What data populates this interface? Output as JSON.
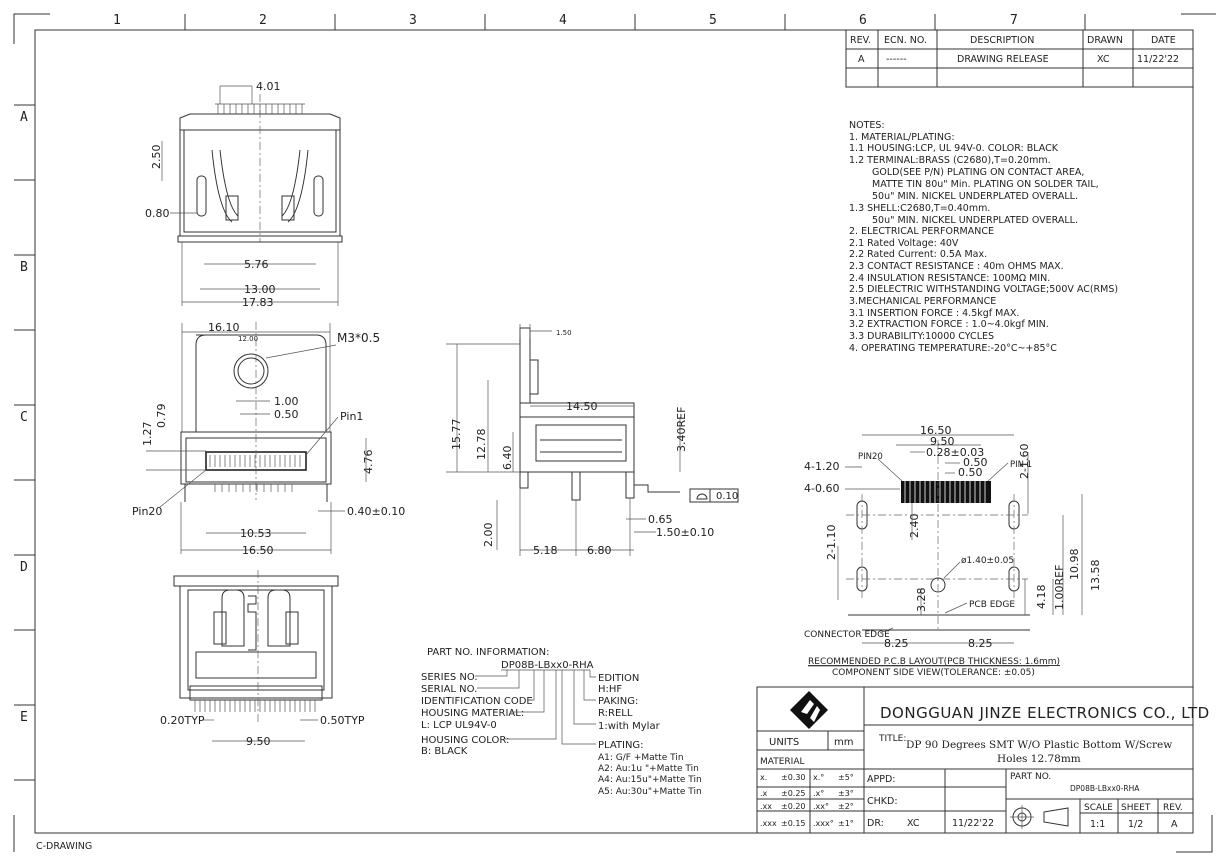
{
  "frame": {
    "columns": [
      "1",
      "2",
      "3",
      "4",
      "5",
      "6",
      "7"
    ],
    "rows": [
      "A",
      "B",
      "C",
      "D",
      "E"
    ],
    "footer_label": "C-DRAWING"
  },
  "revision_table": {
    "headers": [
      "REV.",
      "ECN. NO.",
      "DESCRIPTION",
      "DRAWN",
      "DATE"
    ],
    "rows": [
      [
        "A",
        "------",
        "DRAWING RELEASE",
        "XC",
        "11/22'22"
      ]
    ]
  },
  "notes": {
    "heading": "NOTES:",
    "lines": [
      "1. MATERIAL/PLATING:",
      "1.1 HOUSING:LCP, UL 94V-0. COLOR: BLACK",
      "1.2 TERMINAL:BRASS (C2680),T=0.20mm.",
      "GOLD(SEE P/N) PLATING ON CONTACT AREA,",
      "MATTE TIN 80u\" Min. PLATING ON SOLDER TAIL,",
      "50u\" MIN. NICKEL UNDERPLATED OVERALL.",
      "1.3 SHELL:C2680,T=0.40mm.",
      "50u\" MIN. NICKEL UNDERPLATED OVERALL.",
      "2. ELECTRICAL PERFORMANCE",
      "2.1 Rated Voltage: 40V",
      "2.2 Rated Current: 0.5A Max.",
      "2.3 CONTACT RESISTANCE : 40m OHMS MAX.",
      "2.4 INSULATION RESISTANCE: 100MΩ MIN.",
      "2.5 DIELECTRIC WITHSTANDING VOLTAGE;500V AC(RMS)",
      "3.MECHANICAL PERFORMANCE",
      "3.1 INSERTION FORCE : 4.5kgf MAX.",
      "3.2 EXTRACTION FORCE : 1.0~4.0kgf MIN.",
      "3.3 DURABILITY:10000 CYCLES",
      "4. OPERATING TEMPERATURE:-20°C~+85°C"
    ]
  },
  "dimensions": {
    "top_view": [
      "4.01",
      "2.50",
      "0.80",
      "5.76",
      "13.00",
      "17.83"
    ],
    "front_view": [
      "16.10",
      "12.00",
      "M3*0.5",
      "1.00",
      "0.50",
      "1.27",
      "0.79",
      "Pin1",
      "4.76",
      "Pin20",
      "0.40±0.10",
      "10.53",
      "16.50"
    ],
    "side_view": [
      "1.50",
      "14.50",
      "15.77",
      "12.78",
      "6.40",
      "3.40REF",
      "0.10",
      "0.65",
      "1.50±0.10",
      "2.00",
      "5.18",
      "6.80"
    ],
    "bottom_view": [
      "0.20TYP",
      "0.50TYP",
      "9.50"
    ],
    "pcb_layout": [
      "16.50",
      "9.50",
      "0.28±0.03",
      "0.50",
      "0.50",
      "PIN20",
      "PIN 1",
      "4-1.20",
      "4-0.60",
      "2-1.60",
      "2.40",
      "2-1.10",
      "ø1.40±0.05",
      "10.98",
      "13.58",
      "1.00REF",
      "4.18",
      "3.28",
      "PCB EDGE",
      "CONNECTOR EDGE",
      "8.25",
      "8.25"
    ]
  },
  "pcb_caption": {
    "line1": "RECOMMENDED P.C.B LAYOUT(PCB THICKNESS: 1.6mm)",
    "line2": "COMPONENT SIDE VIEW(TOLERANCE: ±0.05)"
  },
  "part_info": {
    "heading": "PART NO. INFORMATION:",
    "part_code": "DP08B-LBxx0-RHA",
    "left_labels": [
      "SERIES NO.",
      "SERIAL NO.",
      "IDENTIFICATION CODE",
      "HOUSING MATERIAL:",
      "L: LCP UL94V-0",
      "HOUSING COLOR:",
      "B: BLACK"
    ],
    "right_labels": [
      "EDITION",
      "H:HF",
      "PAKING:",
      "R:RELL",
      "1:with Mylar",
      "PLATING:",
      "A1: G/F  +Matte Tin",
      "A2: Au:1u \"+Matte Tin",
      "A4: Au:15u\"+Matte Tin",
      "A5: Au:30u\"+Matte Tin"
    ]
  },
  "title_block": {
    "company": "DONGGUAN JINZE ELECTRONICS CO., LTD",
    "units_label": "UNITS",
    "units_value": "mm",
    "material_label": "MATERIAL",
    "title_label": "TITLE:",
    "title_line1": "DP 90 Degrees SMT W/O Plastic Bottom W/Screw",
    "title_line2": "Holes 12.78mm",
    "tolerances": [
      [
        "x.",
        "±0.30",
        "x.°",
        "±5°"
      ],
      [
        ".x",
        "±0.25",
        ".x°",
        "±3°"
      ],
      [
        ".xx",
        "±0.20",
        ".xx°",
        "±2°"
      ],
      [
        ".xxx",
        "±0.15",
        ".xxx°",
        "±1°"
      ]
    ],
    "appd_label": "APPD:",
    "chkd_label": "CHKD:",
    "dr_label": "DR:",
    "dr_value": "XC",
    "dr_date": "11/22'22",
    "part_no_label": "PART NO.",
    "part_no_value": "DP08B-LBxx0-RHA",
    "scale_label": "SCALE",
    "sheet_label": "SHEET",
    "rev_label": "REV.",
    "scale_value": "1:1",
    "sheet_value": "1/2",
    "rev_value": "A"
  }
}
